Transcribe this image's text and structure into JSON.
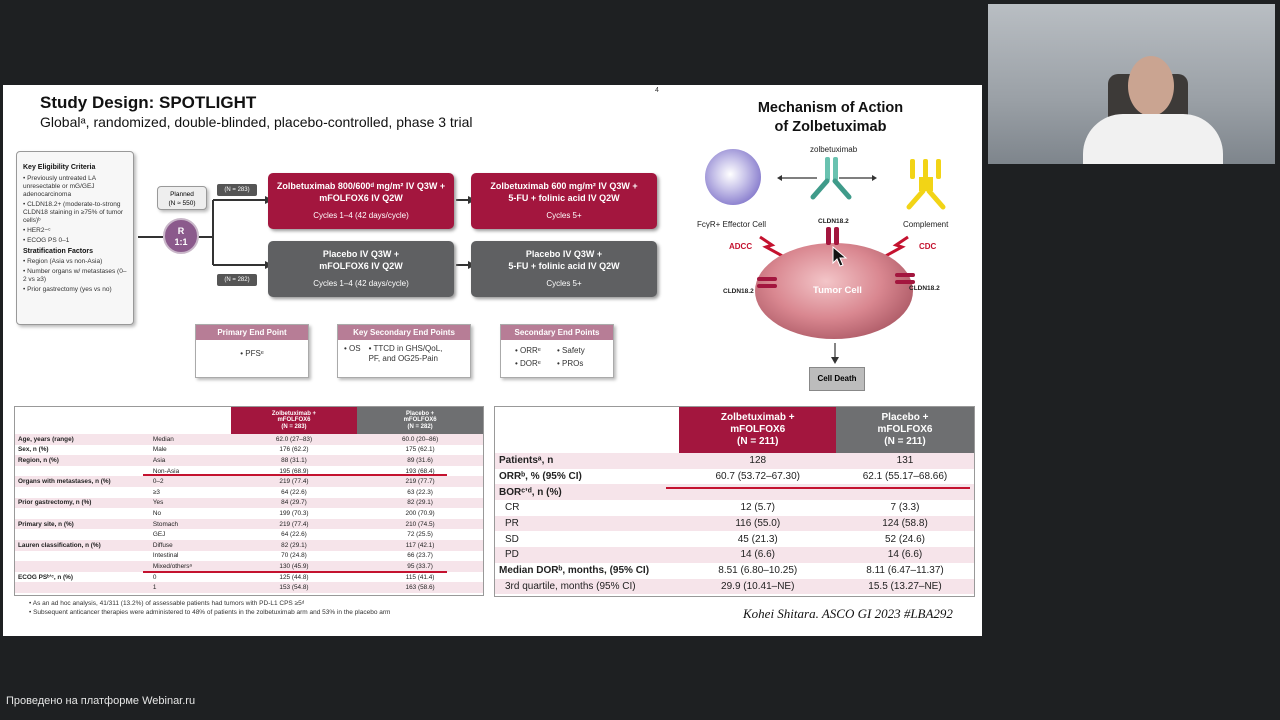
{
  "slide": {
    "page_number": "4",
    "title": "Study Design: SPOTLIGHT",
    "subtitle": "Globalᵃ, randomized, double-blinded, placebo-controlled, phase 3 trial",
    "eligibility": {
      "heading": "Key Eligibility Criteria",
      "items": [
        "Previously untreated LA unresectable or mG/GEJ adenocarcinoma",
        "CLDN18.2+ (moderate-to-strong CLDN18 staining in ≥75% of tumor cells)ᵇ",
        "HER2−ᶜ",
        "ECOG PS 0–1"
      ],
      "strat_heading": "Stratification Factors",
      "strat_items": [
        "Region (Asia vs non-Asia)",
        "Number organs w/ metastases (0–2 vs ≥3)",
        "Prior gastrectomy (yes vs no)"
      ]
    },
    "planned_label": "Planned",
    "planned_n": "(N ≈ 550)",
    "randomize": "R",
    "ratio": "1:1",
    "n_zolbe": "(N = 283)",
    "n_placebo": "(N = 282)",
    "arms": {
      "zolbe_1_line1": "Zolbetuximab 800/600ᵈ mg/m² IV Q3W +",
      "zolbe_1_line2": "mFOLFOX6 IV Q2W",
      "zolbe_1_cycles": "Cycles 1–4 (42 days/cycle)",
      "zolbe_5_line1": "Zolbetuximab 600 mg/m² IV Q3W +",
      "zolbe_5_line2": "5-FU + folinic acid IV Q2W",
      "zolbe_5_cycles": "Cycles 5+",
      "plac_1_line1": "Placebo IV Q3W +",
      "plac_1_line2": "mFOLFOX6 IV Q2W",
      "plac_1_cycles": "Cycles 1–4 (42 days/cycle)",
      "plac_5_line1": "Placebo IV Q3W +",
      "plac_5_line2": "5-FU + folinic acid IV Q2W",
      "plac_5_cycles": "Cycles 5+"
    },
    "endpoints": {
      "primary_head": "Primary End Point",
      "primary_item": "PFSᵉ",
      "key_sec_head": "Key Secondary End Points",
      "key_sec_1": "OS",
      "key_sec_2": "TTCD in GHS/QoL, PF, and OG25-Pain",
      "sec_head": "Secondary End Points",
      "sec_1": "ORRᵉ",
      "sec_2": "DORᵉ",
      "sec_3": "Safety",
      "sec_4": "PROs"
    },
    "moa": {
      "title_1": "Mechanism of Action",
      "title_2": "of Zolbetuximab",
      "zolbetuximab": "zolbetuximab",
      "effector": "FcγR+ Effector Cell",
      "complement": "Complement",
      "cldn_top": "CLDN18.2",
      "adcc": "ADCC",
      "cdc": "CDC",
      "cldn_left": "CLDN18.2",
      "cldn_right": "CLDN18.2",
      "tumor": "Tumor Cell",
      "death": "Cell Death"
    },
    "baseline_table": {
      "col_zolbe": [
        "Zolbetuximab +",
        "mFOLFOX6",
        "(N = 283)"
      ],
      "col_placebo": [
        "Placebo +",
        "mFOLFOX6",
        "(N = 282)"
      ],
      "rows": [
        {
          "label": "Age, years (range)",
          "sub": "Median",
          "z": "62.0 (27–83)",
          "p": "60.0 (20–86)"
        },
        {
          "label": "Sex, n (%)",
          "sub": "Male",
          "z": "176 (62.2)",
          "p": "175 (62.1)"
        },
        {
          "label": "Region, n (%)",
          "sub": "Asia",
          "z": "88 (31.1)",
          "p": "89 (31.6)"
        },
        {
          "label": "",
          "sub": "Non-Asia",
          "z": "195 (68.9)",
          "p": "193 (68.4)"
        },
        {
          "label": "Organs with metastases, n (%)",
          "sub": "0–2",
          "z": "219 (77.4)",
          "p": "219 (77.7)"
        },
        {
          "label": "",
          "sub": "≥3",
          "z": "64 (22.6)",
          "p": "63 (22.3)"
        },
        {
          "label": "Prior gastrectomy, n (%)",
          "sub": "Yes",
          "z": "84 (29.7)",
          "p": "82 (29.1)"
        },
        {
          "label": "",
          "sub": "No",
          "z": "199 (70.3)",
          "p": "200 (70.9)"
        },
        {
          "label": "Primary site, n (%)",
          "sub": "Stomach",
          "z": "219 (77.4)",
          "p": "210 (74.5)"
        },
        {
          "label": "",
          "sub": "GEJ",
          "z": "64 (22.6)",
          "p": "72 (25.5)"
        },
        {
          "label": "Lauren classification, n (%)",
          "sub": "Diffuse",
          "z": "82 (29.1)",
          "p": "117 (42.1)"
        },
        {
          "label": "",
          "sub": "Intestinal",
          "z": "70 (24.8)",
          "p": "66 (23.7)"
        },
        {
          "label": "",
          "sub": "Mixed/othersᵃ",
          "z": "130 (45.9)",
          "p": "95 (33.7)"
        },
        {
          "label": "ECOG PSᵇʼᶜ, n (%)",
          "sub": "0",
          "z": "125 (44.8)",
          "p": "115 (41.4)"
        },
        {
          "label": "",
          "sub": "1",
          "z": "153 (54.8)",
          "p": "163 (58.6)"
        }
      ]
    },
    "notes": [
      "As an ad hoc analysis, 41/311 (13.2%) of assessable patients had tumors with PD-L1 CPS ≥5ᵈ",
      "Subsequent anticancer therapies were administered to 48% of patients in the zolbetuximab arm and 53% in the placebo arm"
    ],
    "response_table": {
      "col_zolbe": [
        "Zolbetuximab +",
        "mFOLFOX6",
        "(N = 211)"
      ],
      "col_placebo": [
        "Placebo +",
        "mFOLFOX6",
        "(N = 211)"
      ],
      "rows": [
        {
          "label": "Patientsᵃ, n",
          "z": "128",
          "p": "131",
          "bold": true
        },
        {
          "label": "ORRᵇ, % (95% CI)",
          "z": "60.7 (53.72–67.30)",
          "p": "62.1 (55.17–68.66)",
          "bold": true
        },
        {
          "label": "BORᶜʼᵈ, n (%)",
          "z": "",
          "p": "",
          "bold": true
        },
        {
          "label": "CR",
          "z": "12 (5.7)",
          "p": "7 (3.3)",
          "bold": false
        },
        {
          "label": "PR",
          "z": "116 (55.0)",
          "p": "124 (58.8)",
          "bold": false
        },
        {
          "label": "SD",
          "z": "45 (21.3)",
          "p": "52 (24.6)",
          "bold": false
        },
        {
          "label": "PD",
          "z": "14 (6.6)",
          "p": "14 (6.6)",
          "bold": false
        },
        {
          "label": "Median DORᵇ, months, (95% CI)",
          "z": "8.51 (6.80–10.25)",
          "p": "8.11 (6.47–11.37)",
          "bold": true
        },
        {
          "label": "3rd quartile, months (95% CI)",
          "z": "29.9 (10.41–NE)",
          "p": "15.5 (13.27–NE)",
          "bold": false
        }
      ]
    },
    "citation": "Kohei Shitara. ASCO GI 2023 #LBA292"
  },
  "footer": "Проведено на платформе Webinar.ru",
  "colors": {
    "crimson": "#a3163e",
    "gray": "#5f6062",
    "background": "#1e2022"
  }
}
